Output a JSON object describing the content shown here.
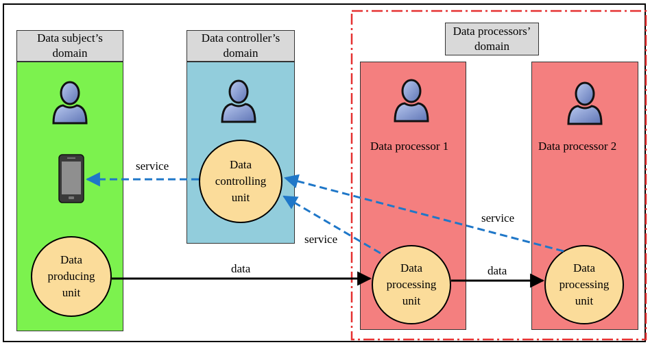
{
  "domains": {
    "subject": "Data subject’s\ndomain",
    "controller": "Data controller’s\ndomain",
    "processors": "Data processors’\ndomain"
  },
  "processors": {
    "p1": "Data processor 1",
    "p2": "Data processor 2"
  },
  "units": {
    "producing": "Data\nproducing\nunit",
    "controlling": "Data\ncontrolling\nunit",
    "processing1": "Data\nprocessing\nunit",
    "processing2": "Data\nprocessing\nunit"
  },
  "edges": {
    "service_phone": "service",
    "service_p1": "service",
    "service_p2": "service",
    "data_main": "data",
    "data_p1_p2": "data"
  },
  "icons": {
    "person": "person-icon",
    "phone": "smartphone-icon"
  },
  "colors": {
    "subject_fill": "#7cf24e",
    "controller_fill": "#92cddc",
    "processor_fill": "#f47f7f",
    "unit_fill": "#fbdc9a",
    "service_arrow": "#1f77c8",
    "processors_boundary": "#e53030"
  }
}
